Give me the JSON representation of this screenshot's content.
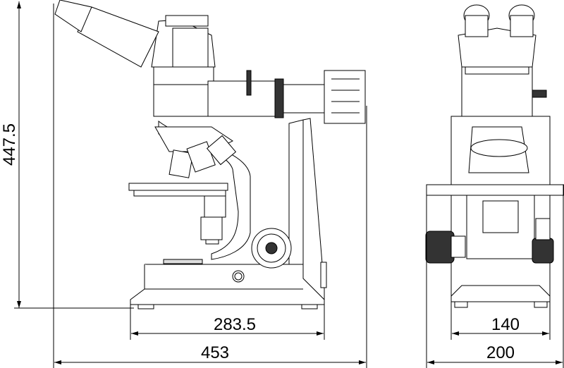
{
  "drawing": {
    "dimensions": {
      "height": "447.5",
      "base_depth": "283.5",
      "total_depth": "453",
      "base_width": "140",
      "total_width": "200"
    }
  }
}
